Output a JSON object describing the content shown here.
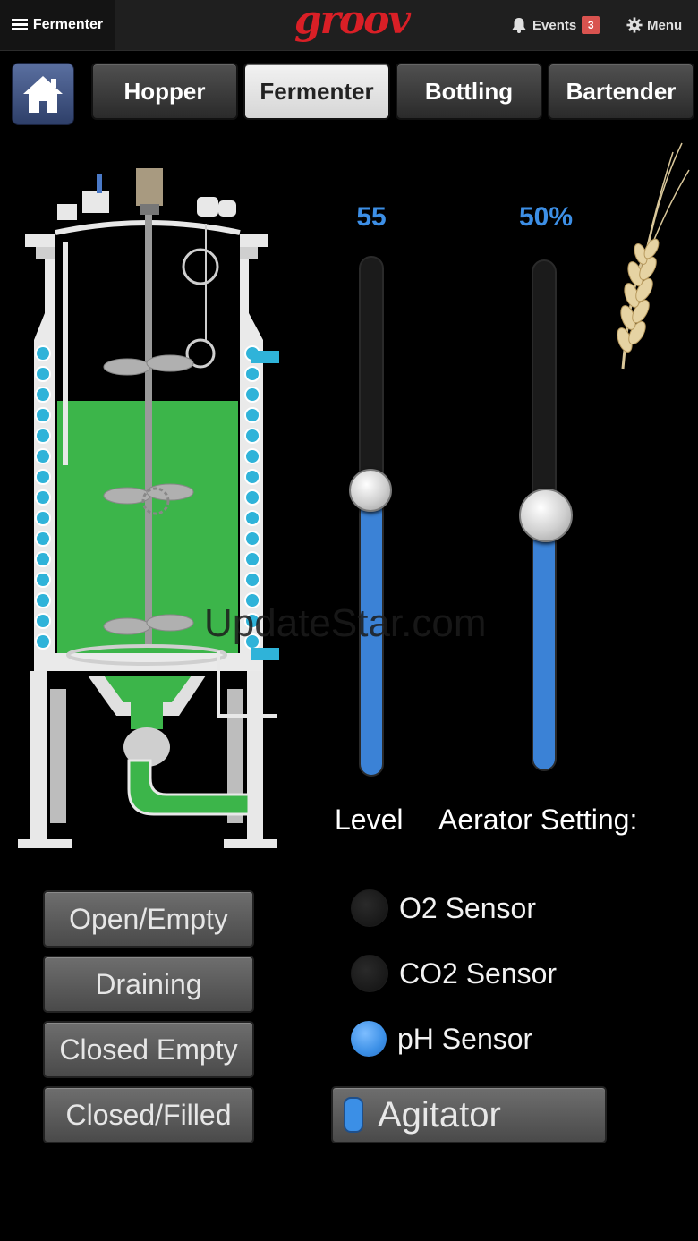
{
  "header": {
    "nav_label": "Fermenter",
    "logo": "groov",
    "events_label": "Events",
    "events_count": "3",
    "menu_label": "Menu"
  },
  "tabs": [
    {
      "label": "Hopper"
    },
    {
      "label": "Fermenter",
      "active": true
    },
    {
      "label": "Bottling"
    },
    {
      "label": "Bartender"
    }
  ],
  "sliders": {
    "level": {
      "value_text": "55",
      "value": 55,
      "label": "Level"
    },
    "aerator": {
      "value_text": "50%",
      "value": 50,
      "label": "Aerator Setting:"
    }
  },
  "state_buttons": [
    {
      "label": "Open/Empty"
    },
    {
      "label": "Draining"
    },
    {
      "label": "Closed Empty"
    },
    {
      "label": "Closed/Filled"
    }
  ],
  "sensors": [
    {
      "label": "O2 Sensor",
      "on": false
    },
    {
      "label": "CO2 Sensor",
      "on": false
    },
    {
      "label": "pH Sensor",
      "on": true
    }
  ],
  "agitator": {
    "label": "Agitator"
  },
  "watermark": "UpdateStar.com",
  "colors": {
    "accent": "#3b8fe6",
    "liquid": "#3cb54a",
    "brand": "#d91f26"
  }
}
